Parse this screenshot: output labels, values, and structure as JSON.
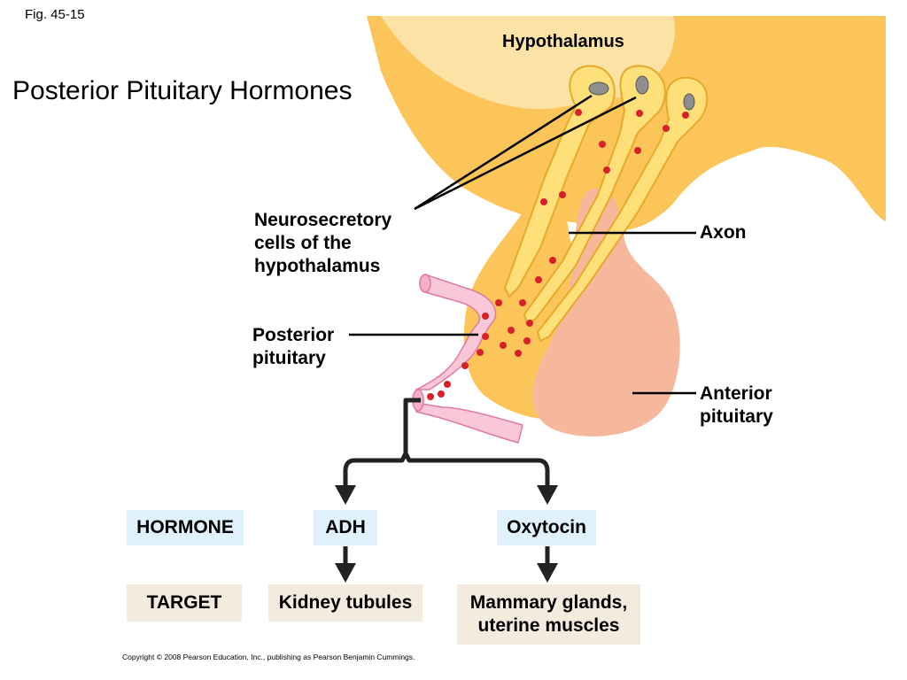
{
  "figure_label": "Fig. 45-15",
  "title": "Posterior Pituitary Hormones",
  "labels": {
    "hypothalamus": "Hypothalamus",
    "neurosecretory": "Neurosecretory\ncells of the\nhypothalamus",
    "axon": "Axon",
    "posterior_pituitary": "Posterior\npituitary",
    "anterior_pituitary": "Anterior\npituitary"
  },
  "rows": {
    "hormone_header": "HORMONE",
    "target_header": "TARGET"
  },
  "hormones": [
    {
      "name": "ADH",
      "target": "Kidney tubules"
    },
    {
      "name": "Oxytocin",
      "target": "Mammary glands,\nuterine muscles"
    }
  ],
  "copyright": "Copyright © 2008 Pearson Education, Inc., publishing as Pearson Benjamin Cummings.",
  "colors": {
    "hypothalamus_light": "#fde2a6",
    "tissue_orange": "#fbc55a",
    "neuron_yellow": "#fde07a",
    "anterior_salmon": "#f6b89c",
    "vessel_pink": "#f8c8d8",
    "granule_red": "#d8202a",
    "hormone_box": "#dff1fb",
    "target_box": "#f3ebdd"
  }
}
